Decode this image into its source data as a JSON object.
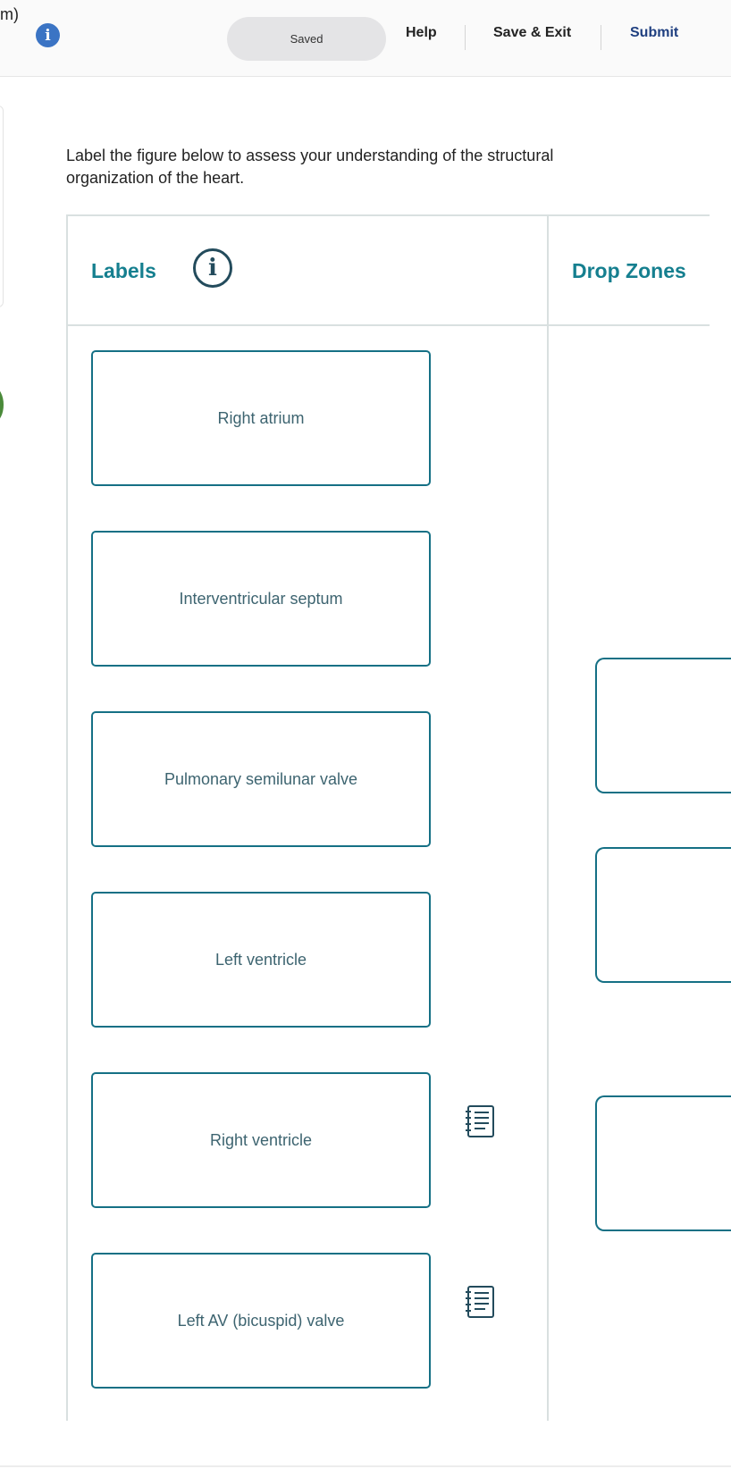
{
  "header": {
    "cut_text": "m)",
    "saved_label": "Saved",
    "help_label": "Help",
    "save_exit_label": "Save & Exit",
    "submit_label": "Submit"
  },
  "instruction": "Label the figure below to assess your understanding of the structural organization of the heart.",
  "columns": {
    "labels_title": "Labels",
    "zones_title": "Drop Zones"
  },
  "labels": [
    "Right atrium",
    "Interventricular septum",
    "Pulmonary semilunar valve",
    "Left ventricle",
    "Right ventricle",
    "Left AV (bicuspid) valve"
  ],
  "icons": {
    "info": "info-icon",
    "notes": "notepad-icon"
  },
  "colors": {
    "accent": "#157f8f",
    "border": "#157085",
    "info_blue": "#3b74c4",
    "submit": "#1f3f80"
  }
}
